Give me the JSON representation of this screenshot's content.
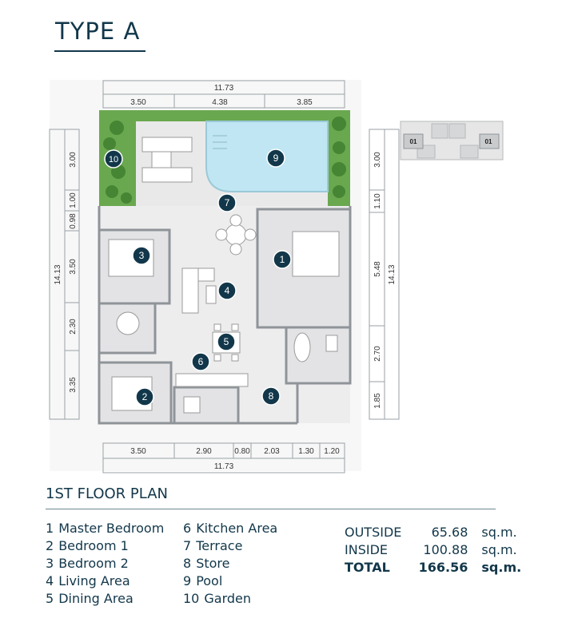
{
  "header": {
    "title": "TYPE A"
  },
  "plan": {
    "dims": {
      "top_total": "11.73",
      "top_segments": [
        "3.50",
        "4.38",
        "3.85"
      ],
      "bottom_segments": [
        "3.50",
        "2.90",
        "0.80",
        "2.03",
        "1.30",
        "1.20"
      ],
      "bottom_total": "11.73",
      "left_total": "14.13",
      "left_segments": [
        "3.00",
        "1.00",
        "0.98",
        "3.50",
        "2.30",
        "3.35"
      ],
      "right_total": "14.13",
      "right_segments": [
        "3.00",
        "1.10",
        "5.48",
        "2.70",
        "1.85"
      ]
    },
    "markers": [
      "1",
      "2",
      "3",
      "4",
      "5",
      "6",
      "7",
      "8",
      "9",
      "10"
    ],
    "keyplan_labels": [
      "01",
      "01"
    ],
    "colors": {
      "marker": "#12374a",
      "wall": "#8f9499",
      "floor": "#ededee",
      "garden": "#6aa84f",
      "pool": "#bfe6f2"
    }
  },
  "section": {
    "title": "1ST FLOOR PLAN"
  },
  "legend": {
    "col1": [
      {
        "num": "1",
        "label": "Master Bedroom"
      },
      {
        "num": "2",
        "label": "Bedroom 1"
      },
      {
        "num": "3",
        "label": "Bedroom 2"
      },
      {
        "num": "4",
        "label": "Living Area"
      },
      {
        "num": "5",
        "label": "Dining Area"
      }
    ],
    "col2": [
      {
        "num": "6",
        "label": "Kitchen Area"
      },
      {
        "num": "7",
        "label": "Terrace"
      },
      {
        "num": "8",
        "label": "Store"
      },
      {
        "num": "9",
        "label": "Pool"
      },
      {
        "num": "10",
        "label": "Garden"
      }
    ]
  },
  "areas": [
    {
      "label": "OUTSIDE",
      "value": "65.68",
      "unit": "sq.m."
    },
    {
      "label": "INSIDE",
      "value": "100.88",
      "unit": "sq.m."
    },
    {
      "label": "TOTAL",
      "value": "166.56",
      "unit": "sq.m."
    }
  ]
}
